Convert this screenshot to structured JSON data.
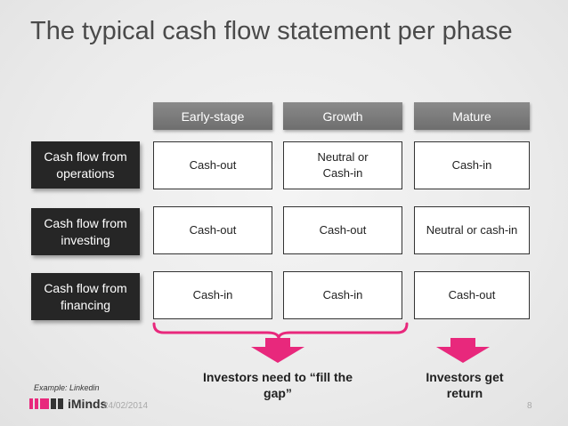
{
  "slide": {
    "title": "The typical cash flow statement per phase",
    "phases": [
      "Early-stage",
      "Growth",
      "Mature"
    ],
    "rows": [
      {
        "label": "Cash flow from operations",
        "cells": [
          "Cash-out",
          "Neutral or Cash-in",
          "Cash-in"
        ]
      },
      {
        "label": "Cash flow from investing",
        "cells": [
          "Cash-out",
          "Cash-out",
          "Neutral or cash-in"
        ]
      },
      {
        "label": "Cash flow from financing",
        "cells": [
          "Cash-in",
          "Cash-in",
          "Cash-out"
        ]
      }
    ],
    "note_left": "Investors need to “fill the gap”",
    "note_right": "Investors get return",
    "example": "Example: Linkedin"
  },
  "footer": {
    "logo": "iMinds",
    "date": "24/02/2014",
    "page": "8"
  },
  "colors": {
    "accent": "#e8287c",
    "arrow": "#e8287c",
    "phase_header": "#7a7a7a",
    "row_label": "#262626"
  },
  "icons": {
    "arrow_down": "arrow-down-icon",
    "bracket": "bracket-icon",
    "logo": "iminds-logo-icon"
  }
}
